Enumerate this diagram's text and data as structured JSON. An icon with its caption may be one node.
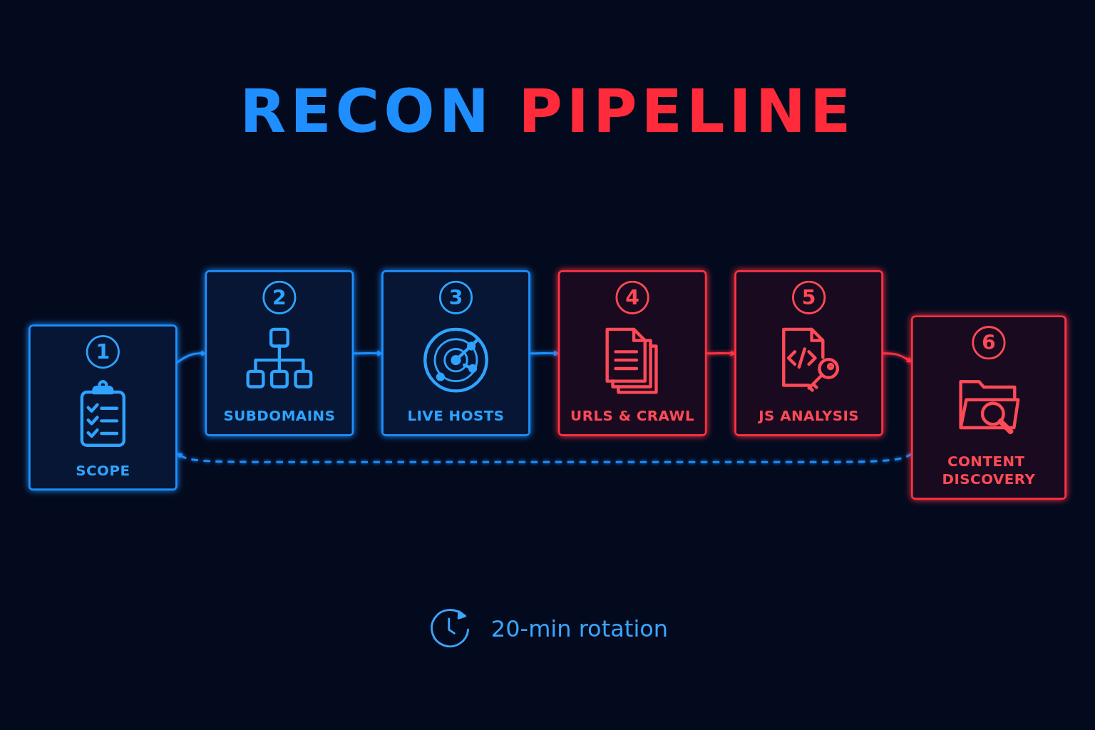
{
  "diagram": {
    "title": "RECON PIPELINE",
    "nodes": [
      {
        "text": [
          "1",
          "SCOPE"
        ]
      },
      {
        "text": [
          "2",
          "SUBDOMAINS"
        ]
      },
      {
        "text": [
          "3",
          "LIVE HOSTS"
        ]
      },
      {
        "text": [
          "4",
          "URLS & CRAWL"
        ]
      },
      {
        "text": [
          "5",
          "JS ANALYSIS"
        ]
      },
      {
        "text": [
          "6",
          "CONTENT DISCOVERY"
        ]
      }
    ],
    "edges": [
      {
        "from": 0,
        "to": 1,
        "arrow": "to"
      },
      {
        "from": 1,
        "to": 2,
        "arrow": "to"
      },
      {
        "from": 2,
        "to": 3,
        "arrow": "to"
      },
      {
        "from": 3,
        "to": 4,
        "arrow": "to",
        "color": "#ff3344"
      },
      {
        "from": 4,
        "to": 5,
        "arrow": "to",
        "color": "#ff3344"
      },
      {
        "from": 5,
        "to": 0,
        "arrow": "to",
        "style": "dashed"
      }
    ],
    "labels": [
      "20-min rotation"
    ]
  }
}
